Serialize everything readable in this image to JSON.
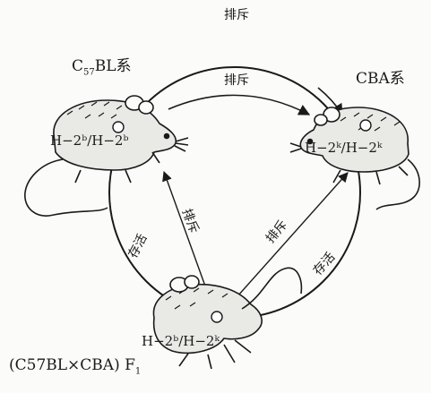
{
  "strains": {
    "c57": {
      "name": "C",
      "sub": "57",
      "rest": "BL系",
      "genotype": "H−2ᵇ/H−2ᵇ"
    },
    "cba": {
      "name": "CBA系",
      "genotype": "H−2ᵏ/H−2ᵏ"
    },
    "f1": {
      "name": "(C57BL×CBA) F",
      "sub": "1",
      "genotype": "H−2ᵇ/H−2ᵏ"
    }
  },
  "edges": {
    "top_outer": "排斥",
    "top_inner": "排斥",
    "left_arc": "存活",
    "f1_to_c57": "排斥",
    "f1_to_cba": "排斥",
    "right_arc": "存活"
  },
  "colors": {
    "ink": "#1a1a1a",
    "paper": "#fbfbf9"
  }
}
